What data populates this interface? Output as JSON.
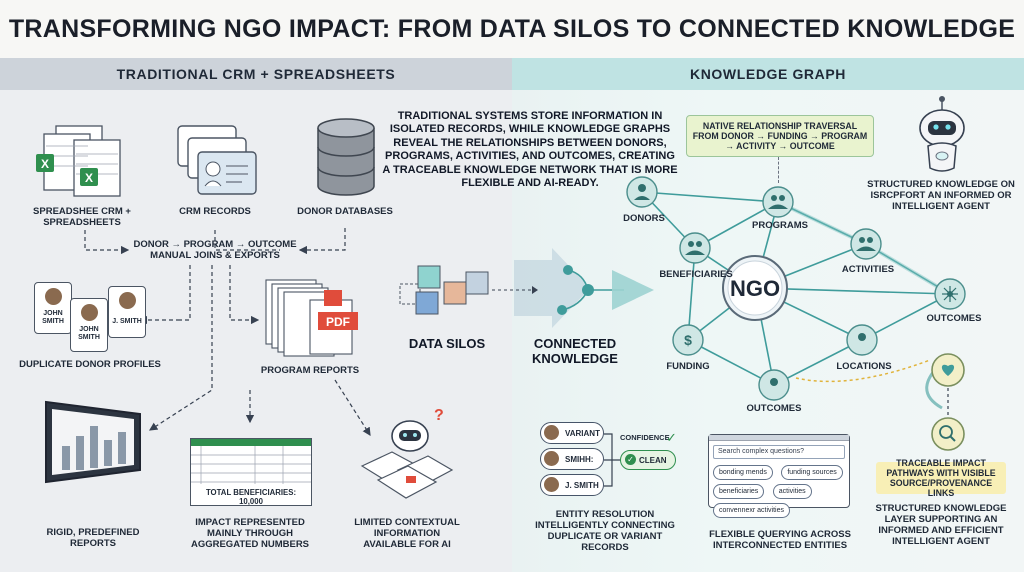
{
  "title": "TRANSFORMING NGO IMPACT: FROM DATA SILOS TO CONNECTED KNOWLEDGE",
  "left_header": "TRADITIONAL CRM + SPREADSHEETS",
  "right_header": "KNOWLEDGE GRAPH",
  "center_note": "TRADITIONAL SYSTEMS STORE INFORMATION IN ISOLATED RECORDS, WHILE KNOWLEDGE GRAPHS REVEAL THE RELATIONSHIPS BETWEEN DONORS, PROGRAMS, ACTIVITIES, AND OUTCOMES, CREATING A TRACEABLE KNOWLEDGE NETWORK THAT IS MORE FLEXIBLE AND AI-READY.",
  "left": {
    "spreadsheet_label": "SPREADSHEE CRM + SPREADSHEETS",
    "crm_label": "CRM RECORDS",
    "db_label": "DONOR DATABASES",
    "flow_line1": "DONOR → PROGRAM → OUTCOME",
    "flow_line2": "MANUAL JOINS & EXPORTS",
    "profile_names": [
      "JOHN SMITH",
      "JOHN SMITH",
      "J. SMITH"
    ],
    "duplicate_label": "DUPLICATE DONOR PROFILES",
    "reports_label": "PROGRAM REPORTS",
    "pdf_text": "PDF",
    "rigid_label": "RIGID, PREDEFINED REPORTS",
    "total_text": "TOTAL BENEFICIARIES: 10,000",
    "impact_label": "IMPACT REPRESENTED MAINLY THROUGH AGGREGATED NUMBERS",
    "limited_label": "LIMITED CONTEXTUAL INFORMATION AVAILABLE FOR AI",
    "question_mark": "?"
  },
  "middle": {
    "silos_label": "DATA SILOS",
    "connected_label": "CONNECTED KNOWLEDGE"
  },
  "right": {
    "traversal_note": "NATIVE RELATIONSHIP TRAVERSAL FROM DONOR → FUNDING → PROGRAM → ACTIVITY → OUTCOME",
    "agent_note": "STRUCTURED KNOWLEDGE ON ISRCPFORT AN INFORMED OR INTELLIGENT AGENT",
    "center_node": "NGO",
    "nodes": {
      "donors": "DONORS",
      "programs": "PROGRAMS",
      "beneficiaries": "BENEFICIARIES",
      "activities": "ACTIVITIES",
      "outcomes_right": "OUTCOMES",
      "funding": "FUNDING",
      "locations": "LOCATIONS",
      "outcomes_bottom": "OUTCOMES"
    },
    "entity": {
      "pills": [
        "VARIANT",
        "SMIHH:",
        "J. SMITH"
      ],
      "confidence": "CONFIDENCE",
      "clean": "CLEAN",
      "label": "ENTITY RESOLUTION INTELLIGENTLY CONNECTING DUPLICATE OR VARIANT RECORDS"
    },
    "query": {
      "placeholder": "Search complex questions?",
      "chips": [
        "bonding mends",
        "funding sources",
        "beneficiaries",
        "activities",
        "convennexr activities"
      ],
      "label": "FLEXIBLE QUERYING ACROSS INTERCONNECTED ENTITIES"
    },
    "traceable_note": "TRACEABLE IMPACT PATHWAYS WITH VISIBLE SOURCE/PROVENANCE LINKS",
    "bottom_agent_note": "STRUCTURED KNOWLEDGE LAYER SUPPORTING AN INFORMED AND EFFICIENT INTELLIGENT AGENT"
  },
  "colors": {
    "teal": "#3f9c9b",
    "node_fill": "#cfe7e5",
    "note_bg": "#e9f3cf",
    "traceable_bg": "#f8efb6",
    "pdf_red": "#e04c3b",
    "excel_green": "#2f8f4e"
  }
}
